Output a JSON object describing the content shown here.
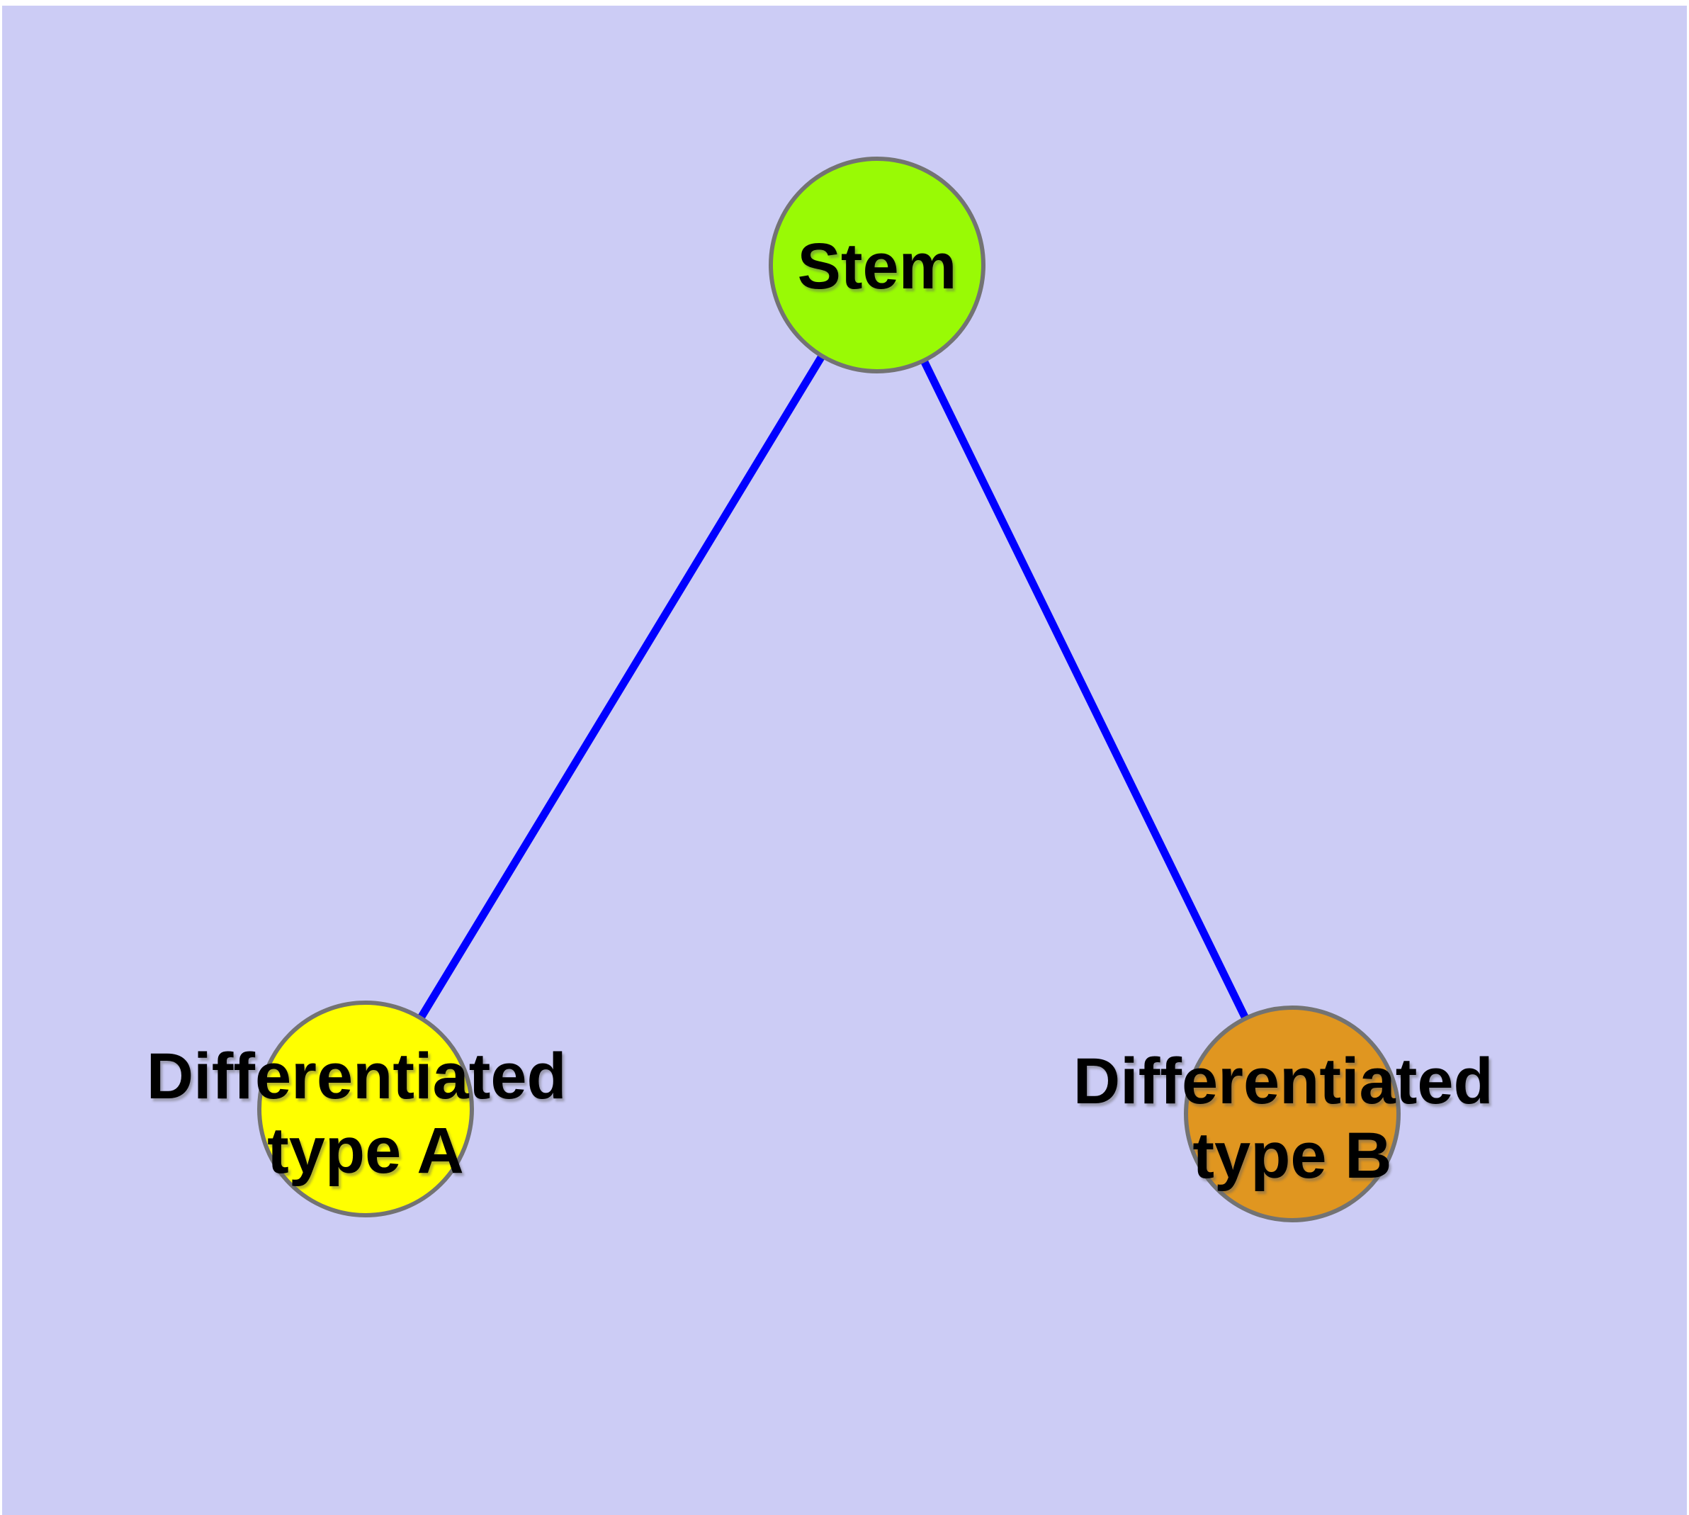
{
  "diagram": {
    "type": "node-link-graph",
    "description": "Stem cell differentiation graph with one stem node connected to two differentiated cell type nodes",
    "background_color": "#CCCCF5",
    "margin_color": "#FFFFFF",
    "edge_color": "#0000FF",
    "node_border_color": "#737373",
    "label_color": "#000000",
    "nodes": [
      {
        "id": "stem",
        "label": "Stem",
        "fill": "#99FA05"
      },
      {
        "id": "differentiated-type-a",
        "label": "Differentiated type A",
        "line1": "Differentiated",
        "line2": "type A",
        "fill": "#FFFF00"
      },
      {
        "id": "differentiated-type-b",
        "label": "Differentiated type B",
        "line1": "Differentiated",
        "line2": "type B",
        "fill": "#E09620"
      }
    ],
    "edges": [
      {
        "from": "Stem",
        "to": "Differentiated type A"
      },
      {
        "from": "Stem",
        "to": "Differentiated type B"
      }
    ]
  }
}
